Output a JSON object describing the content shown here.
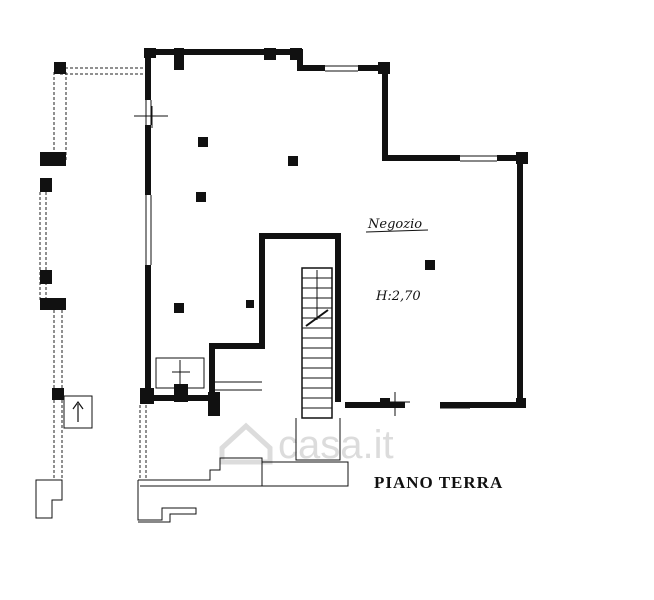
{
  "plan": {
    "room_label": "Negozio",
    "height_label": "H:2,70",
    "floor_title": "PIANO TERRA",
    "watermark": "casa.it"
  },
  "colors": {
    "wall": "#111111",
    "background": "#ffffff",
    "watermark": "#dcdcdc"
  }
}
